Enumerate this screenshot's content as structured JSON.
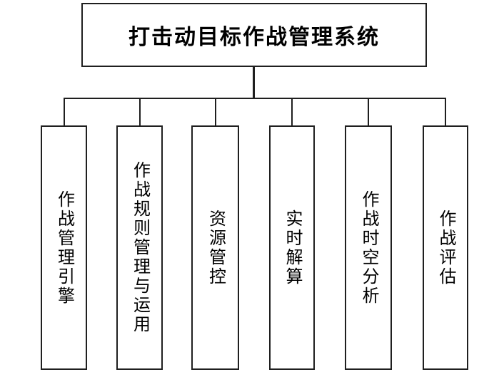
{
  "diagram": {
    "title": "打击动目标作战管理系统",
    "root": {
      "label": "打击动目标作战管理系统"
    },
    "modules": [
      {
        "label": "作战管理引擎"
      },
      {
        "label": "作战规则管理与运用"
      },
      {
        "label": "资源管控"
      },
      {
        "label": "实时解算"
      },
      {
        "label": "作战时空分析"
      },
      {
        "label": "作战评估"
      }
    ],
    "colors": {
      "border": "#1f1f1f",
      "text": "#000000",
      "background": "#ffffff"
    }
  }
}
